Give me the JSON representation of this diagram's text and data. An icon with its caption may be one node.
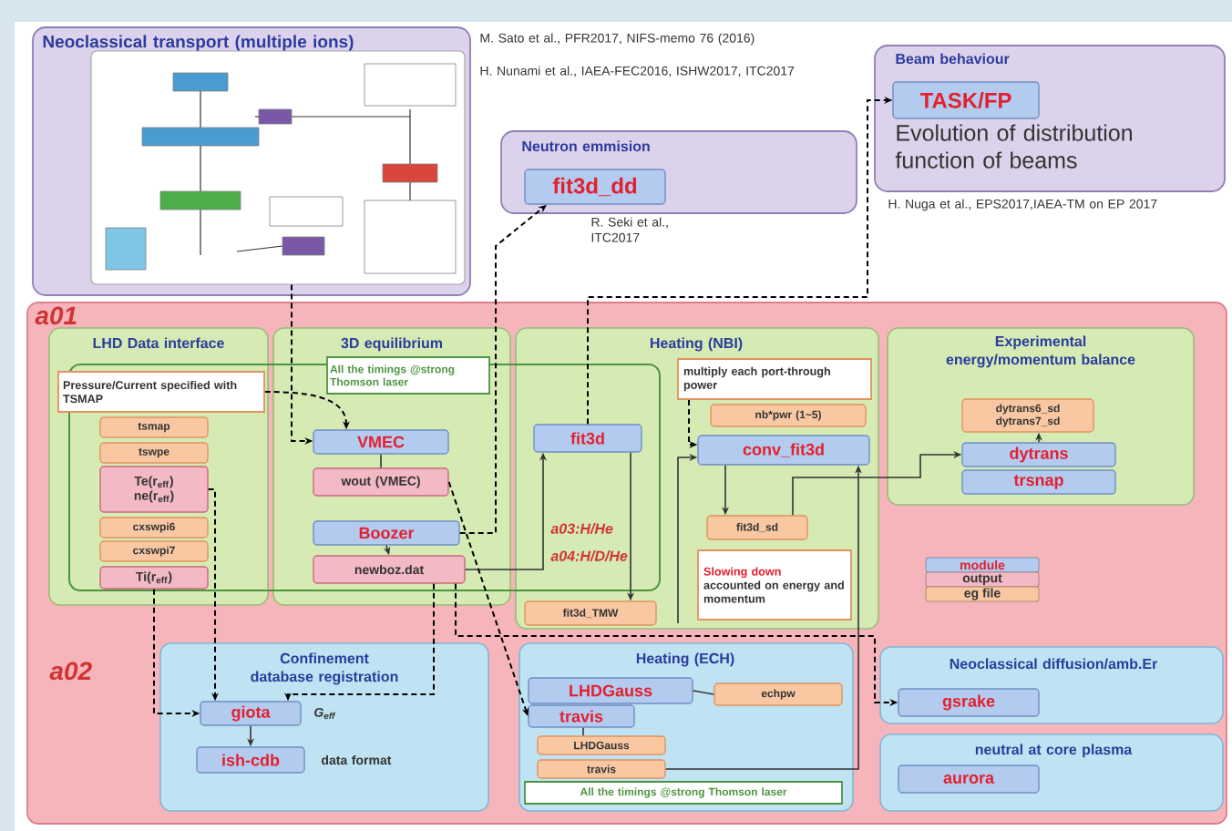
{
  "diagram": {
    "nodes": [
      {
        "text": [
          "Neoclassical transport (multiple ions)"
        ],
        "beside": [
          "M. Sato et al., PFR2017, NIFS-memo 76 (2016)",
          "H. Nunami et al., IAEA-FEC2016, ISHW2017, ITC2017"
        ]
      },
      {
        "text": [],
        "shape": "picture",
        "in": 0
      },
      {
        "text": [
          "Neutron emmision"
        ],
        "beside": [
          "R. Seki et al., ITC2017"
        ]
      },
      {
        "text": [
          "fit3d_dd"
        ],
        "in": 2
      },
      {
        "text": [
          "Beam behaviour",
          "Evolution of distribution function of beams"
        ],
        "beside": [
          "H. Nuga et al., EPS2017,IAEA-TM on EP 2017"
        ]
      },
      {
        "text": [
          "TASK/FP"
        ],
        "in": 4
      },
      {
        "text": [
          "a01",
          "a02"
        ]
      },
      {
        "text": [
          "LHD Data interface"
        ],
        "in": 6
      },
      {
        "text": [
          "3D equilibrium"
        ],
        "in": 6
      },
      {
        "text": [
          "Heating (NBI)"
        ],
        "in": 6
      },
      {
        "text": [
          "Experimental energy/momentum balance"
        ],
        "in": 6
      },
      {
        "text": [
          "Pressure/Current specified with TSMAP"
        ],
        "in": 7
      },
      {
        "text": [
          "tsmap"
        ],
        "in": 7
      },
      {
        "text": [
          "tswpe"
        ],
        "in": 7
      },
      {
        "text": [
          "Te(r$_{eff}$) ne(r$_{eff}$)"
        ],
        "in": 7
      },
      {
        "text": [
          "cxswpi6"
        ],
        "in": 7
      },
      {
        "text": [
          "cxswpi7"
        ],
        "in": 7
      },
      {
        "text": [
          "Ti(r$_{eff}$)"
        ],
        "in": 7
      },
      {
        "text": [
          "All the timings @strong Thomson laser"
        ],
        "in": 8
      },
      {
        "text": [
          "VMEC"
        ],
        "in": 8
      },
      {
        "text": [
          "wout (VMEC)"
        ],
        "in": 8
      },
      {
        "text": [
          "Boozer"
        ],
        "in": 8
      },
      {
        "text": [
          "newboz.dat"
        ],
        "in": 8
      },
      {
        "text": [
          "multiply each port-through power"
        ],
        "in": 9
      },
      {
        "text": [
          "nb*pwr (1~5)"
        ],
        "in": 9
      },
      {
        "text": [
          "fit3d"
        ],
        "in": 9
      },
      {
        "text": [
          "conv_fit3d"
        ],
        "in": 9
      },
      {
        "text": [
          "fit3d_sd"
        ],
        "in": 9
      },
      {
        "text": [
          "Slowing down",
          "accounted on energy and momentum"
        ],
        "in": 9
      },
      {
        "text": [
          "fit3d_TMW"
        ],
        "in": 9
      },
      {
        "text": [
          "dytrans6_sd dytrans7_sd"
        ],
        "in": 10
      },
      {
        "text": [
          "dytrans"
        ],
        "in": 10
      },
      {
        "text": [
          "trsnap"
        ],
        "in": 10
      },
      {
        "text": [
          "Confinement database registration"
        ],
        "in": 6
      },
      {
        "text": [
          "giota"
        ],
        "in": 33,
        "beside": [
          "G$_{eff}$"
        ]
      },
      {
        "text": [
          "ish-cdb"
        ],
        "in": 33,
        "beside": [
          "data format"
        ]
      },
      {
        "text": [
          "Heating (ECH)"
        ],
        "in": 6
      },
      {
        "text": [
          "LHDGauss"
        ],
        "in": 36
      },
      {
        "text": [
          "travis"
        ],
        "in": 36
      },
      {
        "text": [
          "echpw"
        ],
        "in": 36
      },
      {
        "text": [
          "LHDGauss"
        ],
        "in": 36
      },
      {
        "text": [
          "travis"
        ],
        "in": 36
      },
      {
        "text": [
          "All the timings @strong Thomson laser"
        ],
        "in": 36
      },
      {
        "text": [
          "Neoclassical diffusion/amb.Er"
        ],
        "in": 6
      },
      {
        "text": [
          "gsrake"
        ],
        "in": 43
      },
      {
        "text": [
          "neutral at core plasma"
        ],
        "in": 6
      },
      {
        "text": [
          "aurora"
        ],
        "in": 45
      }
    ],
    "edges": [
      {
        "from": 1,
        "to": 19,
        "arrow": "to",
        "style": "dashed"
      },
      {
        "from": 21,
        "to": 3,
        "arrow": "to",
        "style": "dashed"
      },
      {
        "from": 25,
        "to": 5,
        "arrow": "to",
        "style": "dashed"
      },
      {
        "from": 11,
        "to": 19,
        "arrow": "to",
        "style": "dashed"
      },
      {
        "from": 19,
        "to": 20,
        "arrow": "none"
      },
      {
        "from": 21,
        "to": 22,
        "arrow": "to"
      },
      {
        "from": 22,
        "to": 25,
        "arrow": "to"
      },
      {
        "from": 25,
        "to": 29,
        "arrow": "to"
      },
      {
        "from": 20,
        "to": 38,
        "arrow": "to",
        "style": "dashed"
      },
      {
        "from": 22,
        "to": 44,
        "arrow": "to",
        "style": "dashed"
      },
      {
        "from": 14,
        "to": 34,
        "arrow": "to",
        "style": "dashed"
      },
      {
        "from": 17,
        "to": 34,
        "arrow": "to",
        "style": "dashed"
      },
      {
        "from": 22,
        "to": 34,
        "arrow": "to",
        "style": "dashed"
      },
      {
        "from": 34,
        "to": 35,
        "arrow": "to"
      },
      {
        "from": 38,
        "to": 40,
        "arrow": "none"
      },
      {
        "from": 37,
        "to": 39,
        "arrow": "none"
      },
      {
        "from": 41,
        "to": 26,
        "arrow": "to"
      },
      {
        "from": null,
        "to": 26,
        "arrow": "to"
      },
      {
        "from": 26,
        "to": 27,
        "arrow": "to"
      },
      {
        "from": 27,
        "to": 31,
        "arrow": "to"
      },
      {
        "from": 31,
        "to": 30,
        "arrow": "to"
      },
      {
        "from": 23,
        "to": 26,
        "arrow": "to",
        "style": "dashed"
      }
    ],
    "labels": [
      "a03:H/He",
      "a04:H/D/He"
    ],
    "legend": [
      {
        "text": "module",
        "color": "#b3cbee"
      },
      {
        "text": "output",
        "color": "#f3b9c4"
      },
      {
        "text": "eg file",
        "color": "#f9c8a2"
      }
    ]
  }
}
